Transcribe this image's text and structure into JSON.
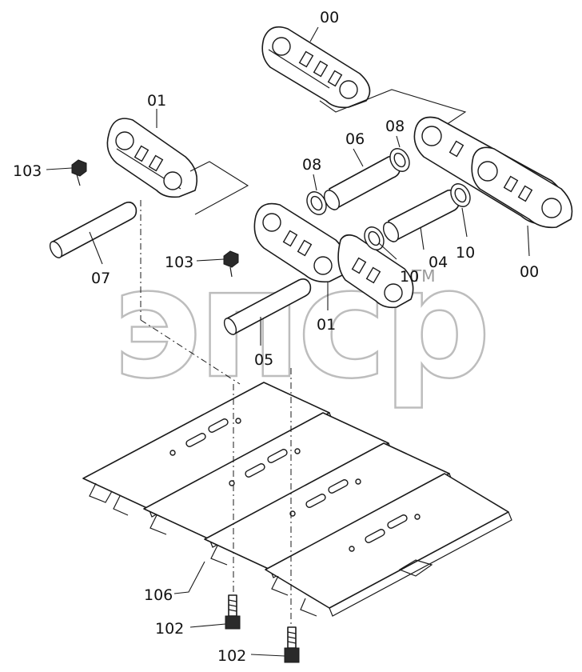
{
  "watermark": {
    "text": "эпср",
    "tm": "TM"
  },
  "callouts": {
    "link_assembly_top": "00",
    "link_assembly_right": "00",
    "link_left": "01",
    "link_center": "01",
    "bushing_upper": "06",
    "bushing_lower": "04",
    "pin_left": "07",
    "pin_center": "05",
    "seal_upper_left": "08",
    "seal_upper_right": "08",
    "spacer_right": "10",
    "spacer_center": "10",
    "nut_left": "103",
    "nut_center": "103",
    "shoe": "106",
    "bolt_left": "102",
    "bolt_bottom": "102"
  }
}
